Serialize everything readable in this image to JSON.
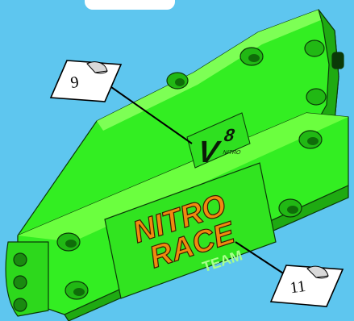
{
  "illustration": {
    "part": "green technic panel with stickers",
    "colors": {
      "background": "#5ec6ef",
      "panel_green": "#33ee22",
      "panel_shadow": "#1faa12",
      "panel_highlight": "#7dff55",
      "outline": "#0b3a08",
      "sticker_nitro_orange": "#f08a10"
    }
  },
  "callouts": [
    {
      "number": "9"
    },
    {
      "number": "11"
    }
  ],
  "stickers": {
    "v8": {
      "big": "V",
      "small": "8",
      "sub": "NITRO"
    },
    "nitro": {
      "line1": "NITRO",
      "line2": "RACE",
      "line3": "TEAM"
    }
  }
}
